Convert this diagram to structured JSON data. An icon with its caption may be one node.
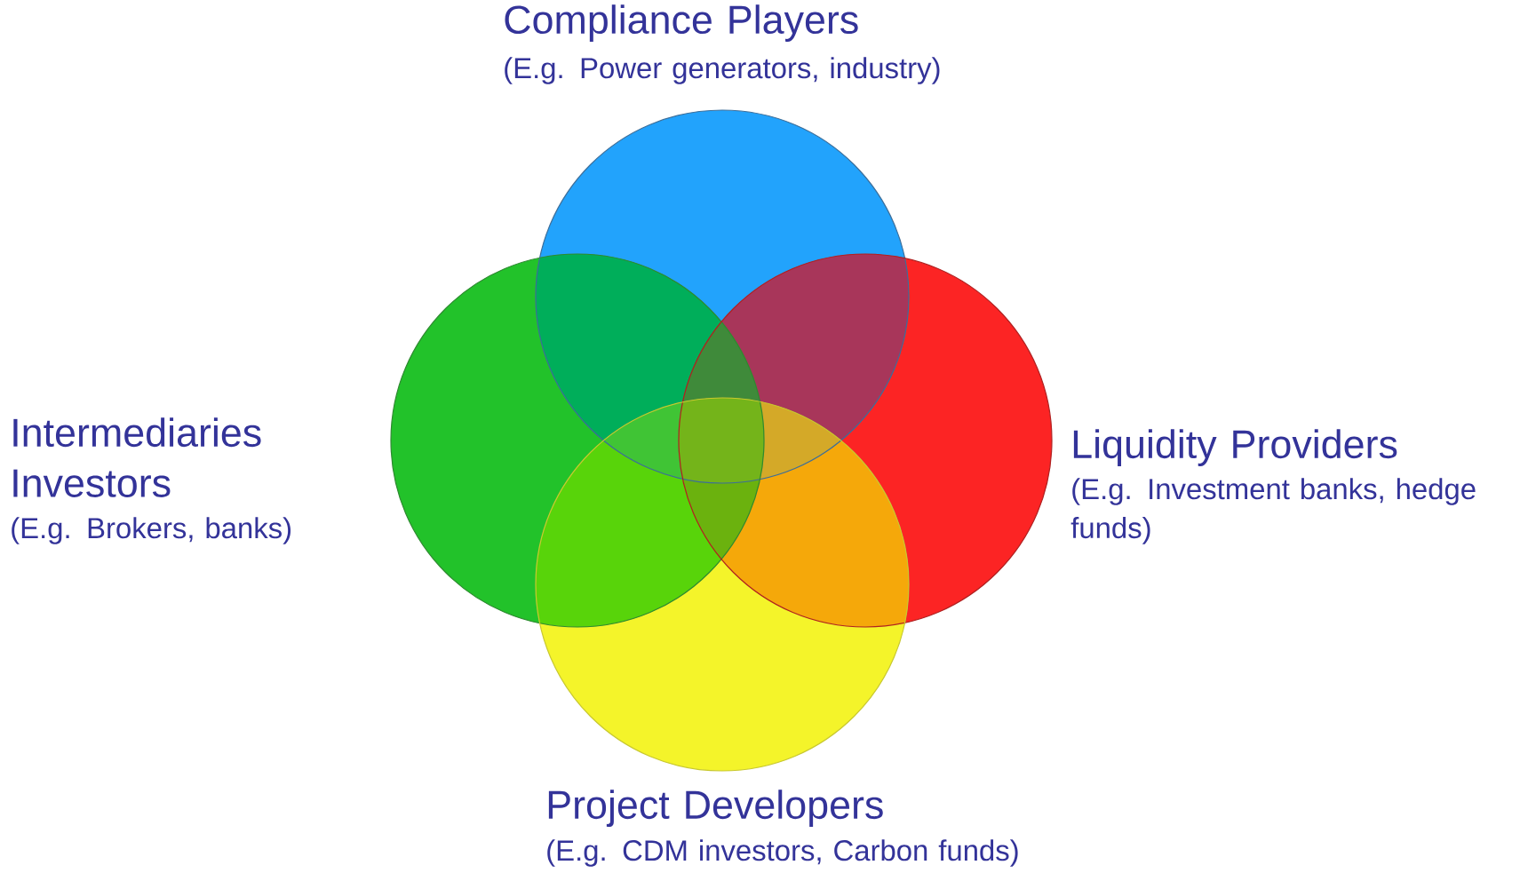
{
  "diagram": {
    "nodes": [
      {
        "text": [
          "Compliance Players",
          "(E.g. Power generators, industry)"
        ]
      },
      {
        "text": [
          "Intermediaries Investors",
          "(E.g. Brokers, banks)"
        ]
      },
      {
        "text": [
          "Liquidity Providers",
          "(E.g. Investment banks, hedge funds)"
        ]
      },
      {
        "text": [
          "Project Developers",
          "(E.g. CDM investors, Carbon funds)"
        ]
      }
    ]
  }
}
